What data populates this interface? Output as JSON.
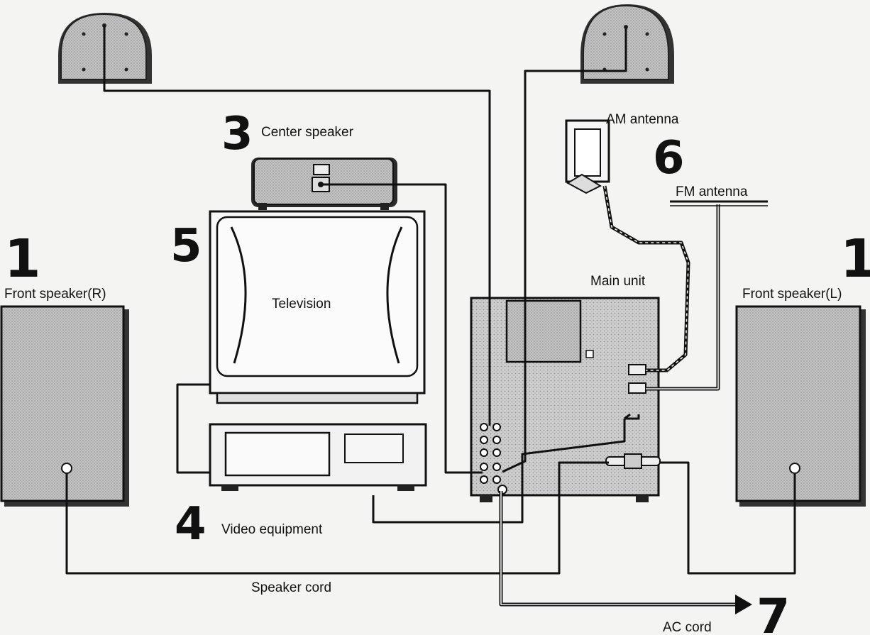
{
  "labels": {
    "center_speaker": "Center speaker",
    "am_antenna": "AM antenna",
    "fm_antenna": "FM antenna",
    "front_speaker_r": "Front speaker(R)",
    "front_speaker_l": "Front speaker(L)",
    "main_unit": "Main unit",
    "television": "Television",
    "video_equipment": "Video equipment",
    "speaker_cord": "Speaker cord",
    "ac_cord": "AC cord"
  },
  "step_numbers": {
    "front_speaker_r": "1",
    "front_speaker_l": "1",
    "center_speaker": "3",
    "video_equipment": "4",
    "television": "5",
    "antenna": "6",
    "ac_cord": "7"
  },
  "colors": {
    "background": "#f4f4f2",
    "speaker_grille": "#bdbdbd",
    "unit_body": "#c8c8c8",
    "line": "#111111"
  }
}
